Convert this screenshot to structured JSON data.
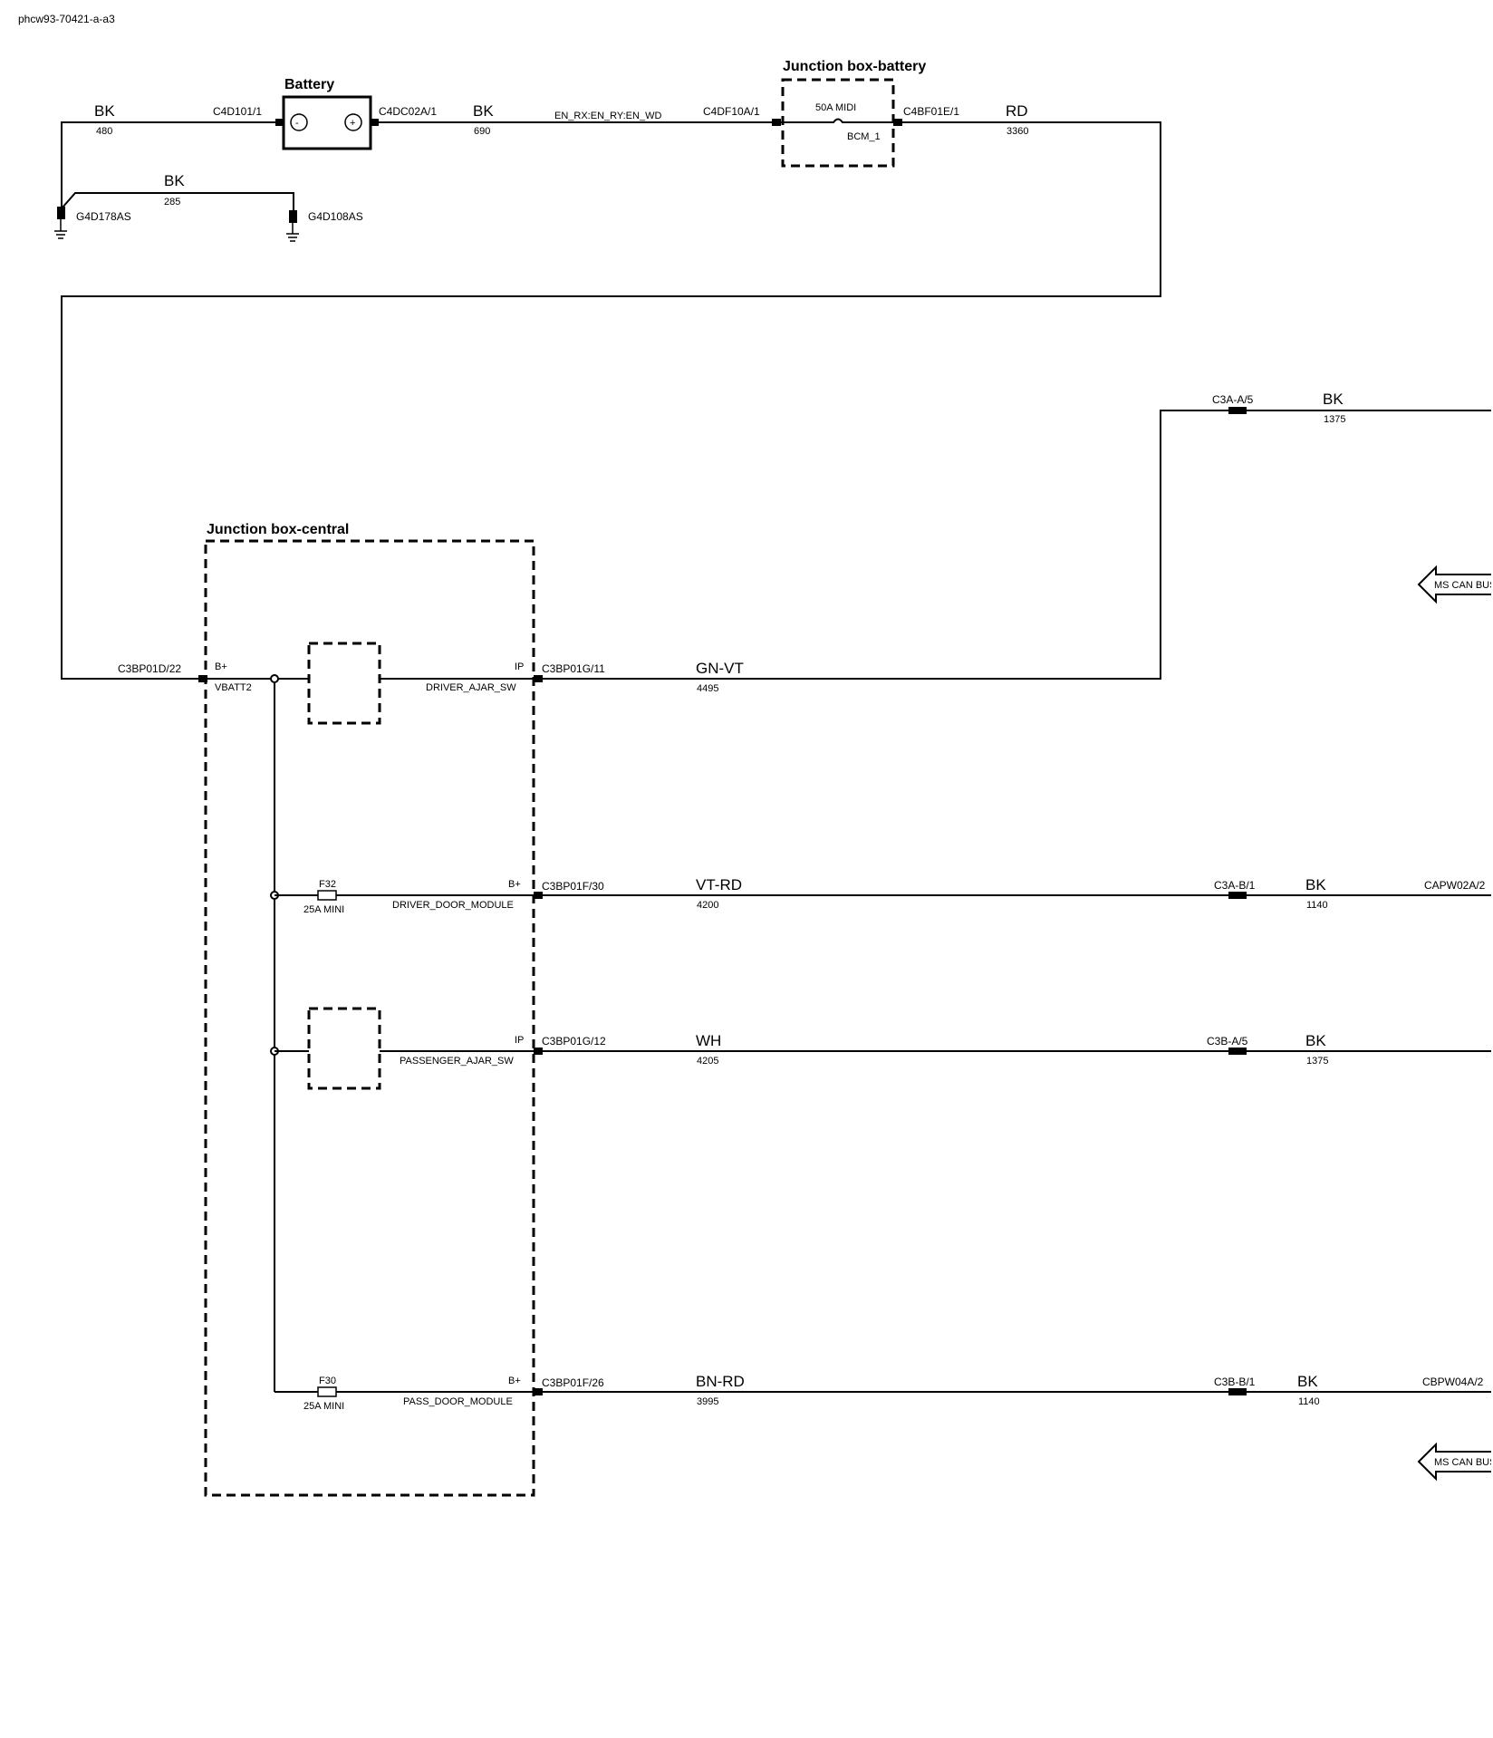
{
  "doc_id": "phcw93-70421-a-a3",
  "battery": {
    "title": "Battery",
    "left_connector": "C4D101/1",
    "right_connector": "C4DC02A/1",
    "minus": "-",
    "plus": "+"
  },
  "junction_battery": {
    "title": "Junction box-battery",
    "in_connector": "C4DF10A/1",
    "out_connector": "C4BF01E/1",
    "fuse_rating": "50A MIDI",
    "fuse_name": "BCM_1"
  },
  "junction_central": {
    "title": "Junction box-central",
    "in_connector": "C3BP01D/22",
    "in_pin_label": "B+",
    "in_signal": "VBATT2"
  },
  "wires": {
    "ground_left": {
      "color": "BK",
      "num": "480"
    },
    "ground_jumper": {
      "color": "BK",
      "num": "285"
    },
    "battery_out": {
      "color": "BK",
      "num": "690"
    },
    "signal_label": "EN_RX:EN_RY:EN_WD",
    "to_central": {
      "color": "RD",
      "num": "3360"
    },
    "c3a_a5": {
      "connector": "C3A-A/5",
      "color": "BK",
      "num": "1375"
    }
  },
  "grounds": {
    "left": "G4D178AS",
    "right": "G4D108AS"
  },
  "circuits": [
    {
      "pin": "IP",
      "signal": "DRIVER_AJAR_SW",
      "connector": "C3BP01G/11",
      "color": "GN-VT",
      "num": "4495"
    },
    {
      "pin": "B+",
      "signal": "DRIVER_DOOR_MODULE",
      "connector": "C3BP01F/30",
      "color": "VT-RD",
      "num": "4200",
      "fuse_id": "F32",
      "fuse_rating": "25A MINI",
      "far_connector": "C3A-B/1",
      "far_color": "BK",
      "far_num": "1140",
      "end_connector": "CAPW02A/2"
    },
    {
      "pin": "IP",
      "signal": "PASSENGER_AJAR_SW",
      "connector": "C3BP01G/12",
      "color": "WH",
      "num": "4205",
      "far_connector": "C3B-A/5",
      "far_color": "BK",
      "far_num": "1375"
    },
    {
      "pin": "B+",
      "signal": "PASS_DOOR_MODULE",
      "connector": "C3BP01F/26",
      "color": "BN-RD",
      "num": "3995",
      "fuse_id": "F30",
      "fuse_rating": "25A MINI",
      "far_connector": "C3B-B/1",
      "far_color": "BK",
      "far_num": "1140",
      "end_connector": "CBPW04A/2"
    }
  ],
  "bus_labels": [
    "MS CAN BUS",
    "MS CAN BUS"
  ]
}
